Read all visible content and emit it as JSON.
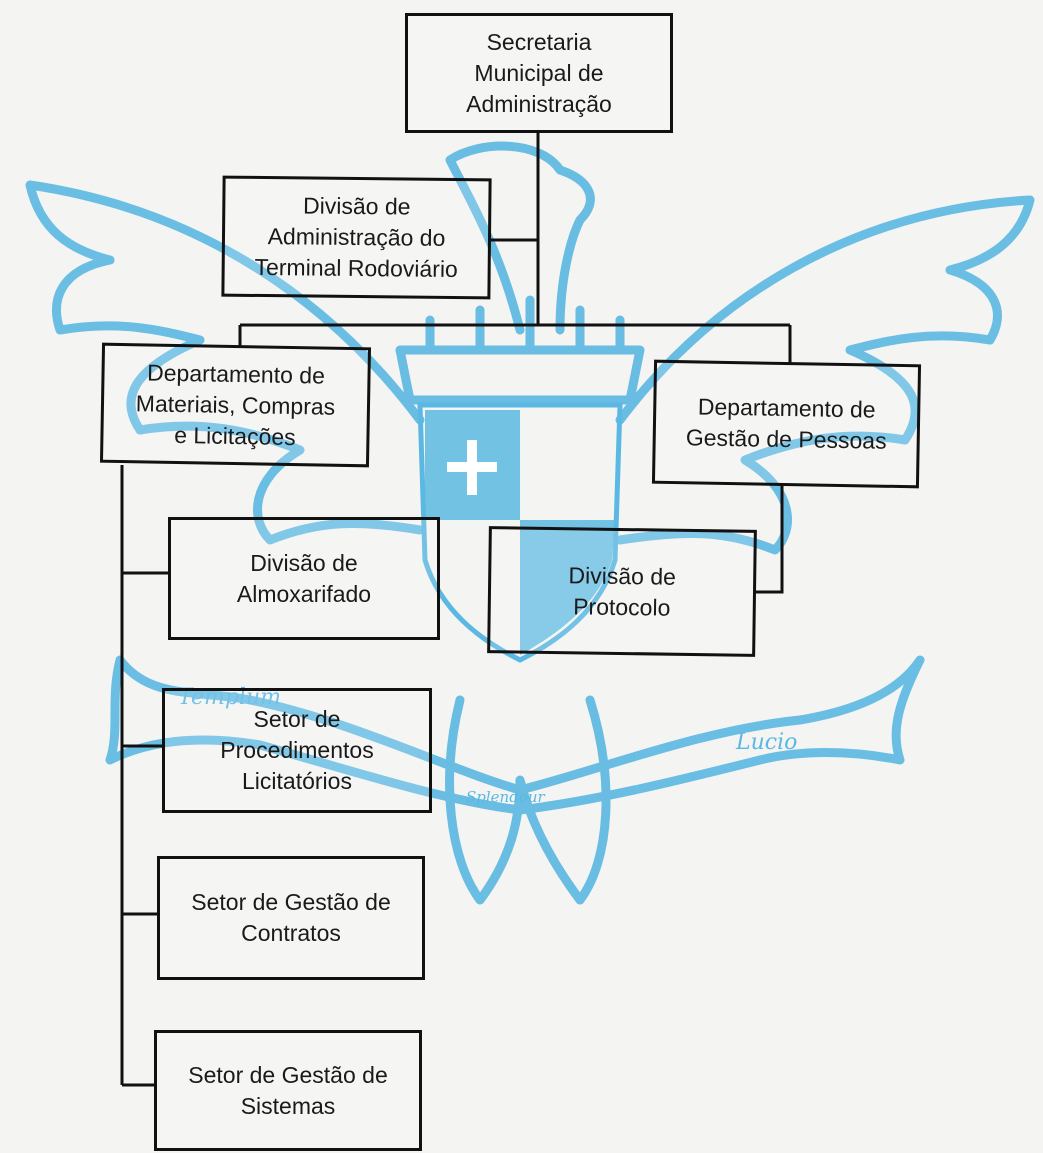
{
  "nodes": [
    {
      "id": "secretaria",
      "label": "Secretaria\nMunicipal de\nAdministração"
    },
    {
      "id": "terminal",
      "label": "Divisão de\nAdministração do\nTerminal Rodoviário"
    },
    {
      "id": "materiais",
      "label": "Departamento de\nMateriais, Compras\ne Licitações"
    },
    {
      "id": "pessoas",
      "label": "Departamento de\nGestão de Pessoas"
    },
    {
      "id": "almoxarifado",
      "label": "Divisão de\nAlmoxarifado"
    },
    {
      "id": "protocolo",
      "label": "Divisão de\nProtocolo"
    },
    {
      "id": "procedimentos",
      "label": "Setor de\nProcedimentos\nLicitatórios"
    },
    {
      "id": "contratos",
      "label": "Setor de Gestão de\nContratos"
    },
    {
      "id": "sistemas",
      "label": "Setor de Gestão de\nSistemas"
    }
  ],
  "edges": [
    {
      "from": "secretaria",
      "to": "terminal"
    },
    {
      "from": "secretaria",
      "to": "materiais"
    },
    {
      "from": "secretaria",
      "to": "pessoas"
    },
    {
      "from": "materiais",
      "to": "almoxarifado"
    },
    {
      "from": "materiais",
      "to": "procedimentos"
    },
    {
      "from": "materiais",
      "to": "contratos"
    },
    {
      "from": "materiais",
      "to": "sistemas"
    },
    {
      "from": "pessoas",
      "to": "protocolo"
    }
  ],
  "watermark": {
    "emblem": "eagle-coat-of-arms",
    "banner_left": "Templum",
    "banner_center": "Splendour",
    "banner_right": "Lucio",
    "color": "#5bb8e2"
  }
}
